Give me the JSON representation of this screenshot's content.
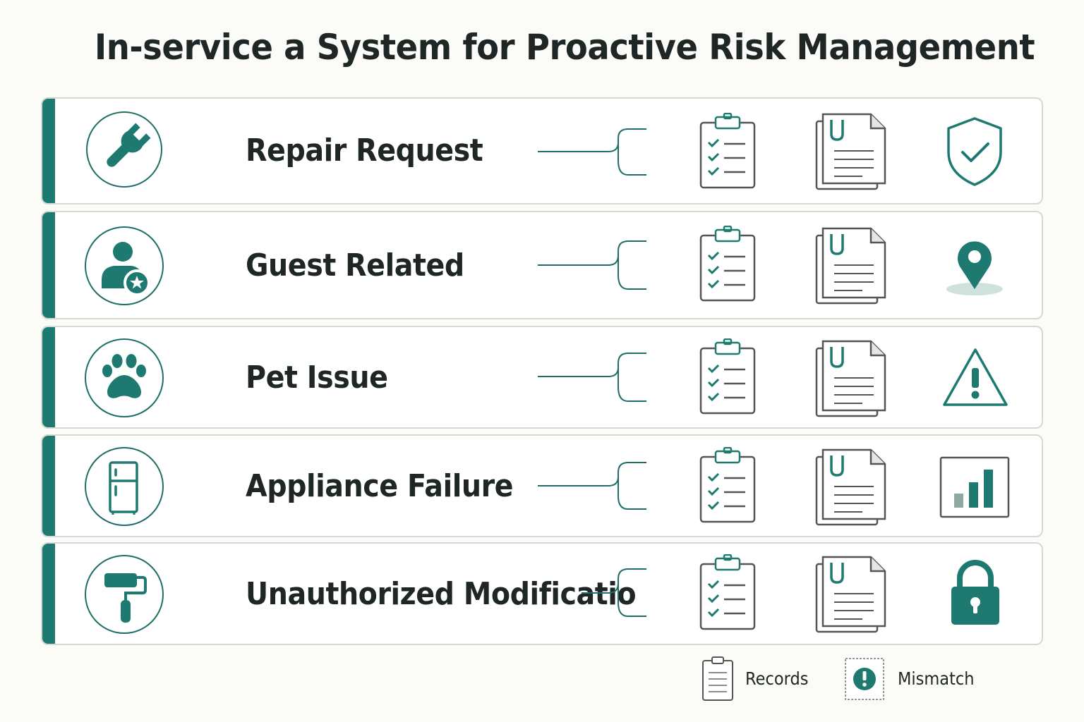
{
  "title": "In-service a System for Proactive Risk Management",
  "colors": {
    "accent": "#1e7a70",
    "icon_stroke": "#4a4a4a",
    "border": "#d6d8d6"
  },
  "rows": [
    {
      "label": "Repair Request",
      "category_icon": "wrench-icon",
      "status_icon": "shield-check-icon"
    },
    {
      "label": "Guest Related",
      "category_icon": "guest-star-icon",
      "status_icon": "location-pin-icon"
    },
    {
      "label": "Pet Issue",
      "category_icon": "paw-icon",
      "status_icon": "warning-triangle-icon"
    },
    {
      "label": "Appliance Failure",
      "category_icon": "refrigerator-icon",
      "status_icon": "bar-chart-icon"
    },
    {
      "label": "Unauthorized Modificatio",
      "category_icon": "paint-roller-icon",
      "status_icon": "padlock-icon"
    }
  ],
  "legend": [
    {
      "label": "Records",
      "icon": "records-clipboard-icon"
    },
    {
      "label": "Mismatch",
      "icon": "mismatch-alert-icon"
    }
  ]
}
